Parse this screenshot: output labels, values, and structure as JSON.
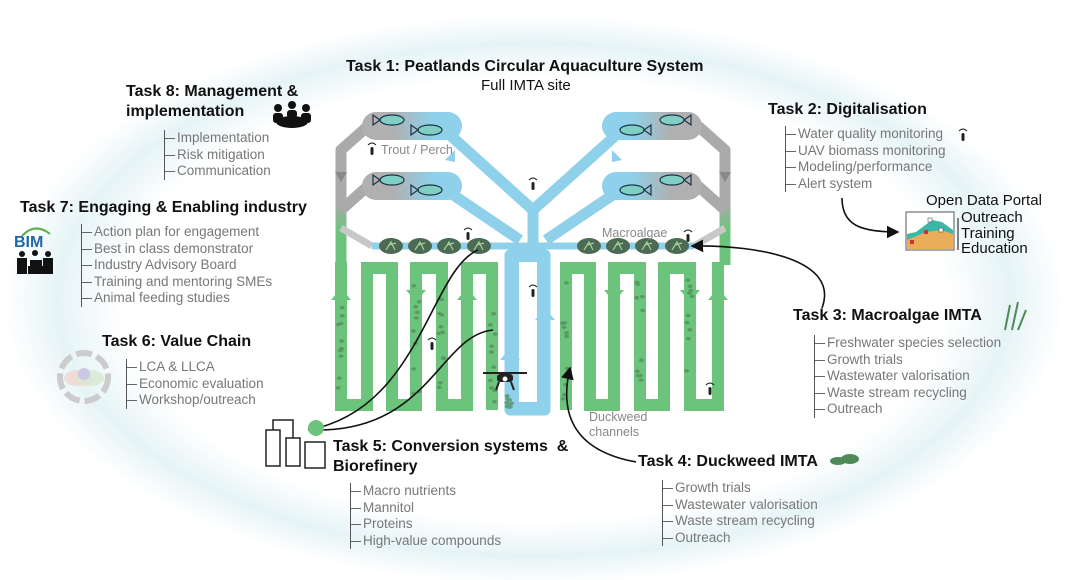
{
  "task1": {
    "title": "Task 1: Peatlands Circular Aquaculture System",
    "subtitle": "Full IMTA site"
  },
  "task2": {
    "title": "Task 2: Digitalisation",
    "items": [
      "Water quality monitoring",
      "UAV biomass monitoring",
      "Modeling/performance",
      "Alert system"
    ]
  },
  "open_data": {
    "title": "Open Data Portal",
    "items": [
      "Outreach",
      "Training",
      "Education"
    ]
  },
  "task3": {
    "title": "Task 3: Macroalgae IMTA",
    "items": [
      "Freshwater species selection",
      "Growth trials",
      "Wastewater valorisation",
      "Waste stream recycling",
      "Outreach"
    ]
  },
  "task4": {
    "title": "Task 4: Duckweed IMTA",
    "items": [
      "Growth trials",
      "Wastewater valorisation",
      "Waste stream recycling",
      "Outreach"
    ]
  },
  "task5": {
    "title_line1": "Task 5: Conversion systems  &",
    "title_line2": "Biorefinery",
    "items": [
      "Macro nutrients",
      "Mannitol",
      "Proteins",
      "High-value compounds"
    ]
  },
  "task6": {
    "title": "Task 6: Value Chain",
    "items": [
      "LCA & LLCA",
      "Economic evaluation",
      "Workshop/outreach"
    ]
  },
  "task7": {
    "title": "Task 7: Engaging & Enabling industry",
    "logo": "BIM",
    "items": [
      "Action plan for engagement",
      "Best in class demonstrator",
      "Industry Advisory Board",
      "Training and mentoring SMEs",
      "Animal feeding studies"
    ]
  },
  "task8": {
    "title_line1": "Task 8: Management &",
    "title_line2": "implementation",
    "items": [
      "Implementation",
      "Risk mitigation",
      "Communication"
    ]
  },
  "diagram_labels": {
    "fish": "Trout / Perch",
    "macroalgae": "Macroalgae",
    "duckweed_line1": "Duckweed",
    "duckweed_line2": "channels"
  },
  "colors": {
    "water": "#8fd0ea",
    "duckweed_channel": "#6cc47c",
    "return_channel": "#a9a9a9",
    "macroalgae_tank": "#4d6a55",
    "fish": "#7fcfc4"
  },
  "icons": [
    "people-meeting-icon",
    "bim-logo",
    "value-chain-cycle-icon",
    "biorefinery-icon",
    "duckweed-icon",
    "seaweed-icon",
    "sensor-icon",
    "drone-icon",
    "fish-icon",
    "data-chart-icon"
  ]
}
